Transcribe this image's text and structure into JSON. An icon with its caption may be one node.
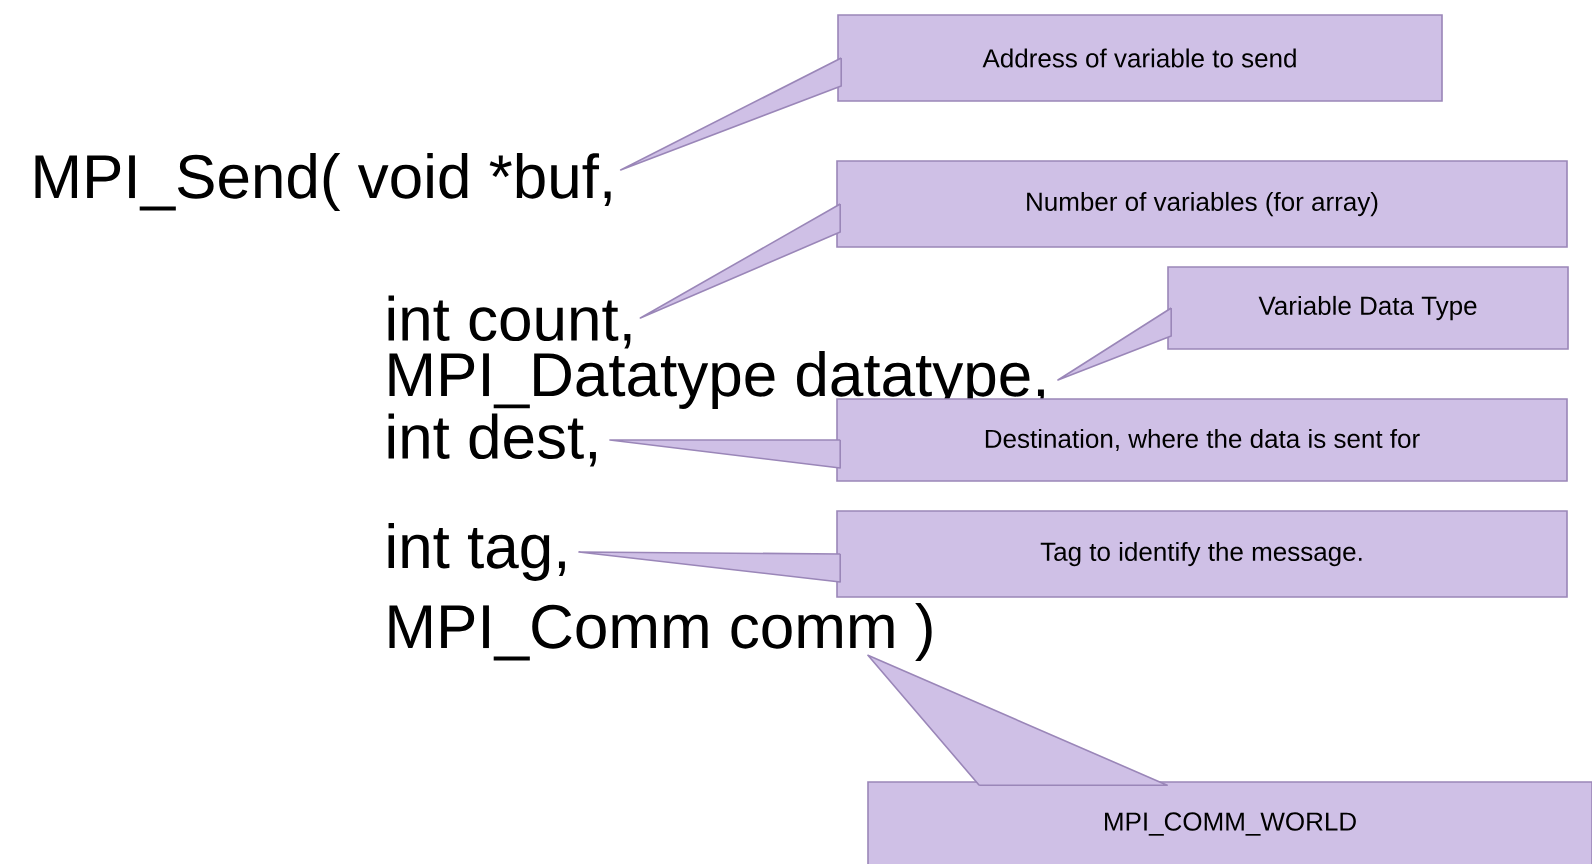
{
  "diagram": {
    "nodes": [
      {
        "text": [
          "MPI_Send( void *buf,"
        ]
      },
      {
        "text": [
          "int count,"
        ]
      },
      {
        "text": [
          "MPI_Datatype datatype,"
        ]
      },
      {
        "text": [
          "int dest,"
        ]
      },
      {
        "text": [
          "int tag,"
        ]
      },
      {
        "text": [
          "MPI_Comm comm )"
        ]
      },
      {
        "text": [
          "Address of variable to send"
        ]
      },
      {
        "text": [
          "Number of variables (for array)"
        ]
      },
      {
        "text": [
          "Variable Data Type"
        ]
      },
      {
        "text": [
          "Destination, where the data is sent for"
        ]
      },
      {
        "text": [
          "Tag to identify the message."
        ]
      },
      {
        "text": [
          "MPI_COMM_WORLD"
        ]
      }
    ],
    "edges": [
      {
        "from": 6,
        "to": 0,
        "arrow": "none"
      },
      {
        "from": 7,
        "to": 1,
        "arrow": "none"
      },
      {
        "from": 8,
        "to": 2,
        "arrow": "none"
      },
      {
        "from": 9,
        "to": 3,
        "arrow": "none"
      },
      {
        "from": 10,
        "to": 4,
        "arrow": "none"
      },
      {
        "from": 11,
        "to": 5,
        "arrow": "none"
      }
    ]
  }
}
